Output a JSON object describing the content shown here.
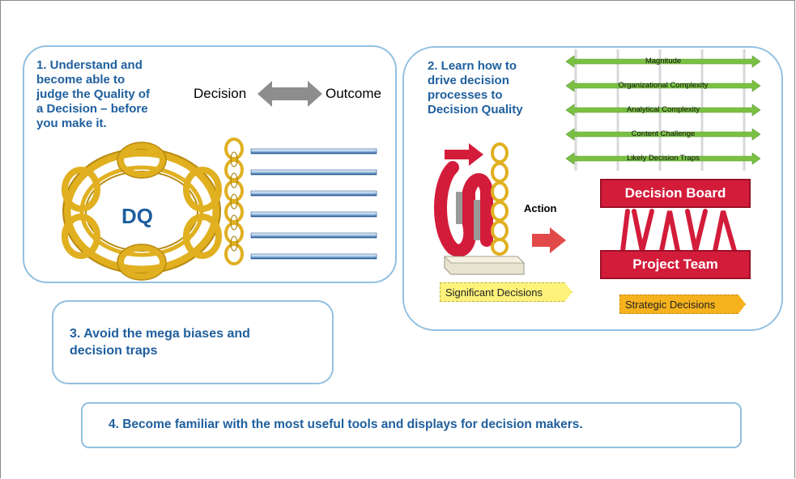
{
  "box1": {
    "heading": "1. Understand and\nbecome able to\njudge the Quality of\na Decision – before\nyou make it.",
    "decision_label": "Decision",
    "outcome_label": "Outcome",
    "dq_label": "DQ"
  },
  "box2": {
    "heading": "2. Learn how to\ndrive decision\nprocesses to\nDecision Quality",
    "dimensions": [
      "Magnitude",
      "Organizational Complexity",
      "Analytical Complexity",
      "Content Challenge",
      "Likely Decision Traps"
    ],
    "action_label": "Action",
    "decision_board_label": "Decision Board",
    "project_team_label": "Project Team",
    "significant_decisions_label": "Significant Decisions",
    "strategic_decisions_label": "Strategic Decisions"
  },
  "box3": {
    "heading": "3. Avoid the mega biases and\ndecision traps"
  },
  "box4": {
    "heading": "4. Become familiar with the most useful tools and displays for decision makers."
  },
  "colors": {
    "box_border": "#93c0e0",
    "heading_blue": "#1f5f9e",
    "gold": "#e0b020",
    "arrow_green": "#7ac143",
    "board_red": "#d31c3a"
  }
}
